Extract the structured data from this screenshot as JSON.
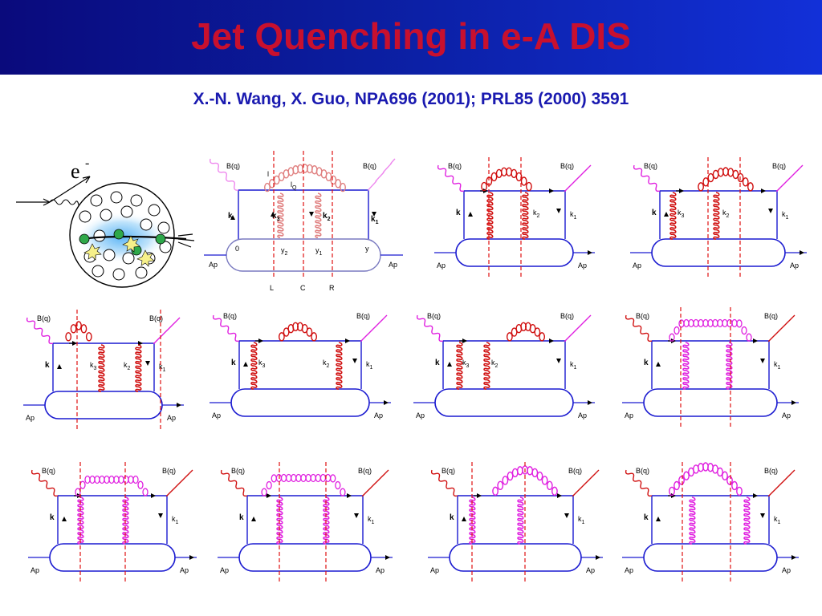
{
  "header": {
    "title": "Jet Quenching in e-A DIS",
    "subtitle": "X.-N. Wang, X. Guo, NPA696 (2001); PRL85 (2000) 3591"
  },
  "electron_label": "e",
  "electron_sup": "-",
  "diagram1_labels": {
    "bq_left": "B(q)",
    "bq_right": "B(q)",
    "lq": "l",
    "lq_sub": "Q",
    "lq_top": "l",
    "k": "k",
    "k3": "k",
    "k3_sub": "3",
    "k2": "k",
    "k2_sub": "2",
    "k1": "k",
    "k1_sub": "1",
    "zero": "0",
    "y2": "y",
    "y2_sub": "2",
    "y1": "y",
    "y1_sub": "1",
    "y": "y",
    "ap_left": "Ap",
    "ap_right": "Ap",
    "cut_L": "L",
    "cut_C": "C",
    "cut_R": "R"
  },
  "small_labels": {
    "bq": "B(q)",
    "k": "k",
    "k1": "k",
    "k1_sub": "1",
    "k2": "k",
    "k2_sub": "2",
    "k3": "k",
    "k3_sub": "3",
    "lq": "l",
    "lq_sub": "Q",
    "l": "l",
    "ap": "Ap"
  },
  "colors": {
    "banner": "#0b1ea0",
    "title": "#c8102e",
    "subtitle": "#1a1ab0",
    "quark_line": "#1a1ad0",
    "gluon_red": "#d01010",
    "gluon_magenta": "#e020e0",
    "cut_line": "#e01010"
  }
}
